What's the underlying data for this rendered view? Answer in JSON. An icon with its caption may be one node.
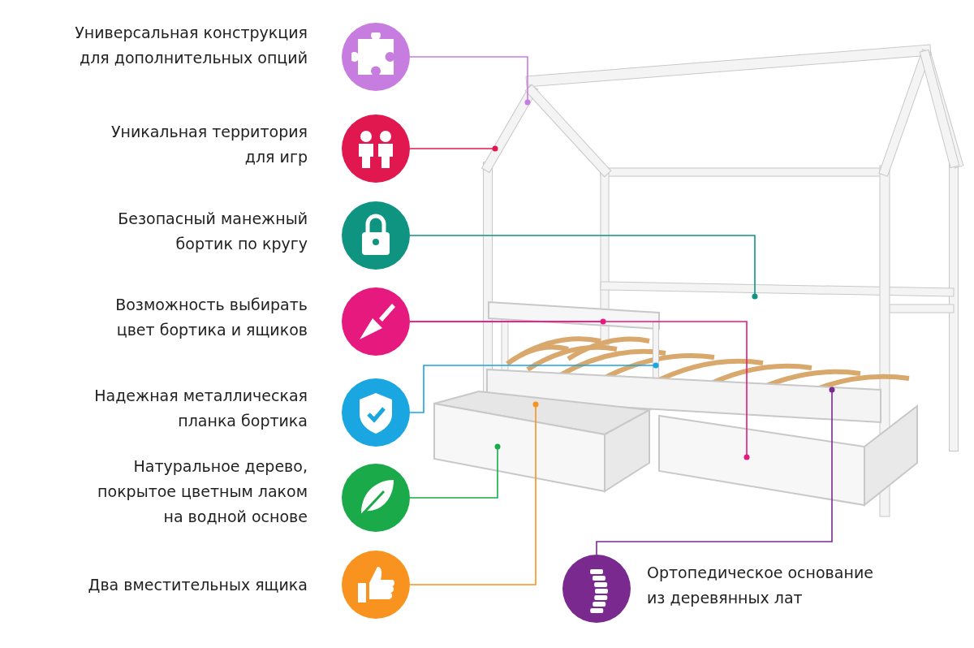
{
  "diagram": {
    "nodes": [
      {
        "text": [],
        "shape": "circle",
        "beside": [
          "Универсальная конструкция для дополнительных опций"
        ]
      },
      {
        "text": [],
        "shape": "circle",
        "beside": [
          "Уникальная территория для игр"
        ]
      },
      {
        "text": [],
        "shape": "circle",
        "beside": [
          "Безопасный манежный бортик по кругу"
        ]
      },
      {
        "text": [],
        "shape": "circle",
        "beside": [
          "Возможность выбирать цвет бортика и ящиков"
        ]
      },
      {
        "text": [],
        "shape": "circle",
        "beside": [
          "Надежная металлическая планка бортика"
        ]
      },
      {
        "text": [],
        "shape": "circle",
        "beside": [
          "Натуральное дерево, покрытое цветным лаком на водной основе"
        ]
      },
      {
        "text": [],
        "shape": "circle",
        "beside": [
          "Два вместительных ящика"
        ]
      },
      {
        "text": [],
        "shape": "circle",
        "beside": [
          "Ортопедическое основание из деревянных лат"
        ]
      }
    ],
    "edges": [
      {
        "from": 0,
        "to": null,
        "arrow": "other",
        "color": "#c77ddf"
      },
      {
        "from": 1,
        "to": null,
        "arrow": "other",
        "color": "#e0184f"
      },
      {
        "from": 2,
        "to": null,
        "arrow": "other",
        "color": "#0e9480"
      },
      {
        "from": 3,
        "to": null,
        "arrow": "other",
        "color": "#e6197f"
      },
      {
        "from": 3,
        "to": null,
        "arrow": "other",
        "color": "#e6197f"
      },
      {
        "from": 4,
        "to": null,
        "arrow": "other",
        "color": "#1aa6e0"
      },
      {
        "from": 5,
        "to": null,
        "arrow": "other",
        "color": "#1aaa4a"
      },
      {
        "from": 6,
        "to": null,
        "arrow": "other",
        "color": "#f7931e"
      },
      {
        "from": 7,
        "to": null,
        "arrow": "other",
        "color": "#7a2a8e"
      }
    ]
  }
}
